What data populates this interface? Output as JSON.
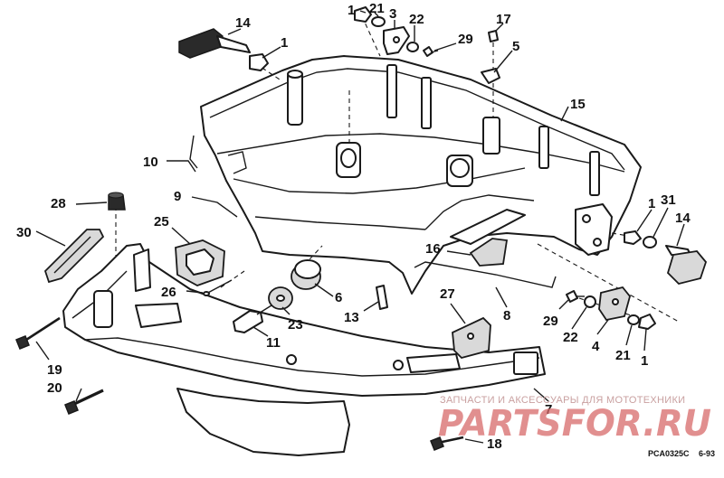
{
  "callouts": [
    {
      "id": "c14a",
      "label": "14"
    },
    {
      "id": "c1a",
      "label": "1"
    },
    {
      "id": "c1b",
      "label": "1"
    },
    {
      "id": "c21a",
      "label": "21"
    },
    {
      "id": "c3",
      "label": "3"
    },
    {
      "id": "c22a",
      "label": "22"
    },
    {
      "id": "c29a",
      "label": "29"
    },
    {
      "id": "c17",
      "label": "17"
    },
    {
      "id": "c5",
      "label": "5"
    },
    {
      "id": "c15",
      "label": "15"
    },
    {
      "id": "c10",
      "label": "10"
    },
    {
      "id": "c9",
      "label": "9"
    },
    {
      "id": "c28",
      "label": "28"
    },
    {
      "id": "c30",
      "label": "30"
    },
    {
      "id": "c25",
      "label": "25"
    },
    {
      "id": "c26",
      "label": "26"
    },
    {
      "id": "c6",
      "label": "6"
    },
    {
      "id": "c23",
      "label": "23"
    },
    {
      "id": "c13",
      "label": "13"
    },
    {
      "id": "c11",
      "label": "11"
    },
    {
      "id": "c16",
      "label": "16"
    },
    {
      "id": "c8",
      "label": "8"
    },
    {
      "id": "c27",
      "label": "27"
    },
    {
      "id": "c1c",
      "label": "1"
    },
    {
      "id": "c31",
      "label": "31"
    },
    {
      "id": "c14b",
      "label": "14"
    },
    {
      "id": "c29b",
      "label": "29"
    },
    {
      "id": "c22b",
      "label": "22"
    },
    {
      "id": "c4",
      "label": "4"
    },
    {
      "id": "c21b",
      "label": "21"
    },
    {
      "id": "c1d",
      "label": "1"
    },
    {
      "id": "c19",
      "label": "19"
    },
    {
      "id": "c20",
      "label": "20"
    },
    {
      "id": "c7",
      "label": "7"
    },
    {
      "id": "c18",
      "label": "18"
    }
  ],
  "watermark": {
    "tagline": "ЗАПЧАСТИ И АКСЕССУАРЫ ДЛЯ МОТОТЕХНИКИ",
    "brand": "PARTSFOR.RU"
  },
  "drawing_code": {
    "code": "PCA0325C",
    "date": "6-93"
  }
}
